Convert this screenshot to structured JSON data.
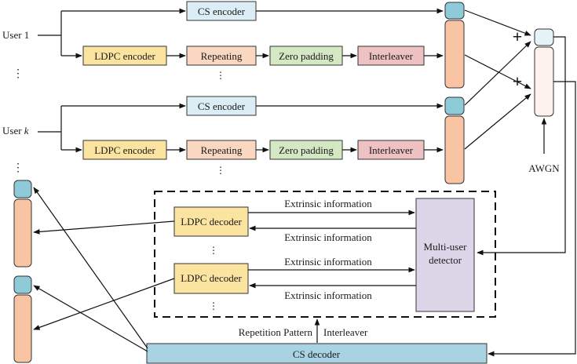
{
  "users": {
    "user1": "User 1",
    "userk_prefix": "User ",
    "userk_var": "k",
    "dots": "⋮"
  },
  "blocks": {
    "cs_encoder": "CS encoder",
    "ldpc_encoder": "LDPC encoder",
    "repeating": "Repeating",
    "zero_padding": "Zero padding",
    "interleaver": "Interleaver",
    "ldpc_decoder": "LDPC decoder",
    "mud_line1": "Multi-user",
    "mud_line2": "detector",
    "cs_decoder": "CS decoder"
  },
  "labels": {
    "extrinsic": "Extrinsic information",
    "awgn": "AWGN",
    "plus": "+",
    "repetition_pattern": "Repetition Pattern",
    "interleaver_feedback": "Interleaver"
  },
  "colors": {
    "cs_encoder_fill": "#dceef5",
    "ldpc_encoder_fill": "#fbe3a0",
    "repeating_fill": "#f9d7c0",
    "zero_padding_fill": "#d5e8c4",
    "interleaver_fill": "#eec2c2",
    "header_block_fill": "#8fcad8",
    "data_block_fill": "#f8c4a3",
    "mud_fill": "#ddd5e8",
    "cs_decoder_fill": "#a9d3e2",
    "channel_top_fill": "#e6f3f8",
    "channel_body_fill": "#fdf3ec"
  }
}
